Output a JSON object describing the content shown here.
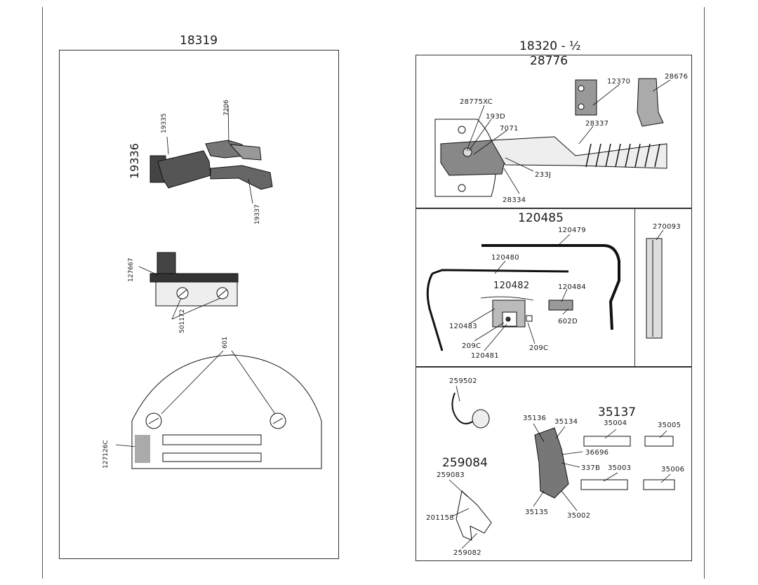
{
  "left_page": {
    "heading": "18319",
    "labels": {
      "part_19336": "19336",
      "part_19335": "19335",
      "part_7206": "7206",
      "part_19337": "19337",
      "part_127667": "127667",
      "part_501172": "501172",
      "part_601": "601",
      "part_127126": "127126C"
    }
  },
  "right_page": {
    "heading": "18320 - ½",
    "top_panel": {
      "title": "28776",
      "labels": [
        "28775XC",
        "193D",
        "7071",
        "12370",
        "28676",
        "28337",
        "233J",
        "28334"
      ]
    },
    "middle_panel": {
      "title": "120485",
      "labels": [
        "120479",
        "120480",
        "120482",
        "120484",
        "602D",
        "120483",
        "209C",
        "120481",
        "209C"
      ],
      "side_label": "270093"
    },
    "bottom_panel": {
      "title_a": "259084",
      "title_b": "35137",
      "labels": [
        "259502",
        "259083",
        "201158",
        "259082",
        "35136",
        "35134",
        "35004",
        "35005",
        "36696",
        "337B",
        "35003",
        "35006",
        "35135",
        "35002"
      ]
    }
  }
}
